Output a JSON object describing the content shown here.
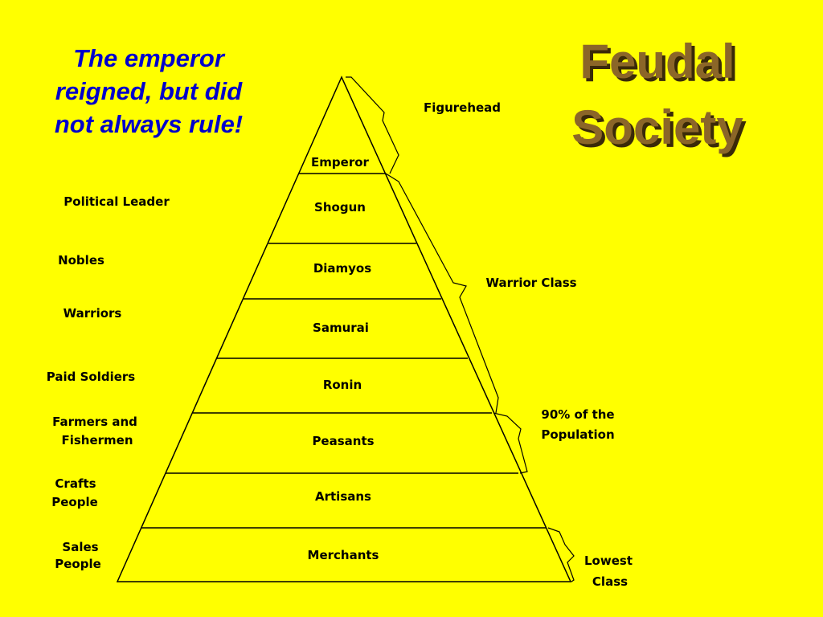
{
  "quote": {
    "line1": "The emperor",
    "line2": "reigned, but did",
    "line3": "not always rule!"
  },
  "title": {
    "line1": "Feudal",
    "line2": "Society"
  },
  "levels": [
    {
      "name": "Emperor"
    },
    {
      "name": "Shogun"
    },
    {
      "name": "Diamyos"
    },
    {
      "name": "Samurai"
    },
    {
      "name": "Ronin"
    },
    {
      "name": "Peasants"
    },
    {
      "name": "Artisans"
    },
    {
      "name": "Merchants"
    }
  ],
  "left_labels": [
    {
      "lines": [
        "Political Leader"
      ]
    },
    {
      "lines": [
        "Nobles"
      ]
    },
    {
      "lines": [
        "Warriors"
      ]
    },
    {
      "lines": [
        "Paid Soldiers"
      ]
    },
    {
      "lines": [
        "Farmers and",
        "Fishermen"
      ]
    },
    {
      "lines": [
        "Crafts",
        "People"
      ]
    },
    {
      "lines": [
        "Sales",
        "People"
      ]
    }
  ],
  "groups": [
    {
      "lines": [
        "Figurehead"
      ]
    },
    {
      "lines": [
        "Warrior Class"
      ]
    },
    {
      "lines": [
        "90% of the",
        "Population"
      ]
    },
    {
      "lines": [
        "Lowest",
        "Class"
      ]
    }
  ],
  "colors": {
    "background": "#FFFF00",
    "quote_text": "#0000CC",
    "title_text": "#8B6628",
    "title_shadow": "#3a2a08",
    "outline": "#000000"
  }
}
